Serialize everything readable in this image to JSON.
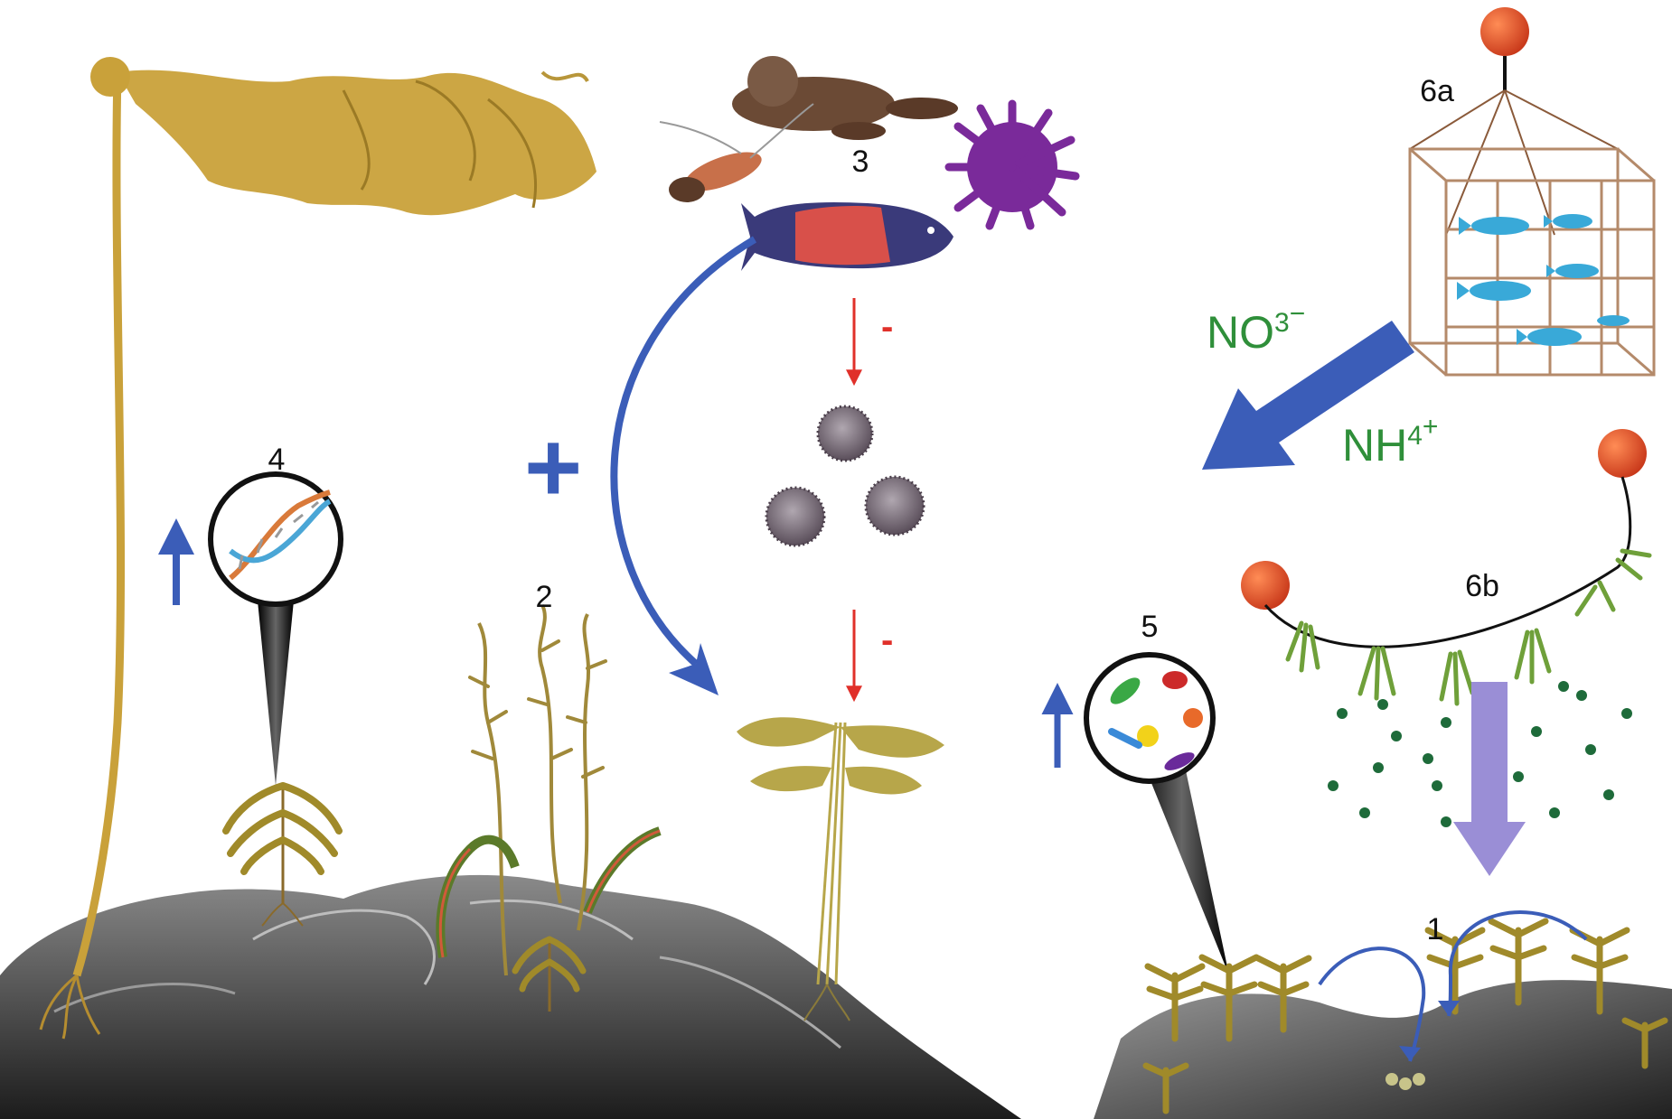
{
  "labels": {
    "n1": "1",
    "n2": "2",
    "n3": "3",
    "n4": "4",
    "n5": "5",
    "n6a": "6a",
    "n6b": "6b"
  },
  "nutrients": {
    "nitrate_base": "NO",
    "nitrate_sup": "3",
    "nitrate_charge": "−",
    "ammonium_base": "NH",
    "ammonium_sup": "4",
    "ammonium_charge": "+"
  },
  "effects": {
    "positive": "+",
    "negative_1": "-",
    "negative_2": "-"
  },
  "colors": {
    "kelp_gold": "#c9a13a",
    "rock_dark": "#3a3a3a",
    "arrow_blue": "#3b5db8",
    "arrow_red": "#e0302a",
    "nutrient_green": "#2f8f3a",
    "buoy_orange": "#e8552a",
    "fish_blue": "#39a9d8",
    "urchin_purple": "#7a2a9a",
    "purple_arrow": "#9a8ed6"
  }
}
